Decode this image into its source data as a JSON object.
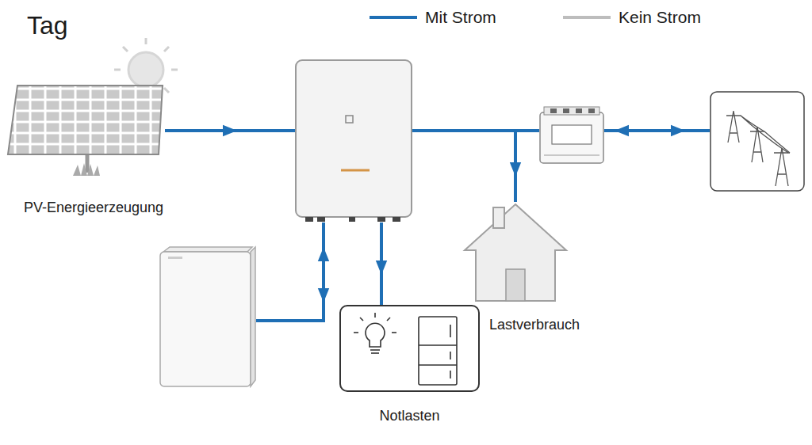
{
  "diagram": {
    "title": "Tag",
    "nodes": [
      {
        "text": [
          "PV-Energieerzeugung"
        ]
      },
      {
        "text": []
      },
      {
        "text": []
      },
      {
        "text": []
      },
      {
        "text": []
      },
      {
        "text": [
          "Notlasten"
        ]
      },
      {
        "text": [
          "Lastverbrauch"
        ]
      }
    ],
    "edges": [
      {
        "from": 0,
        "to": 1,
        "arrow": "to"
      },
      {
        "from": 1,
        "to": 2,
        "arrow": "none"
      },
      {
        "from": 1,
        "to": 6,
        "arrow": "to"
      },
      {
        "from": 2,
        "to": 3,
        "arrow": "both"
      },
      {
        "from": 1,
        "to": 4,
        "arrow": "both"
      },
      {
        "from": 1,
        "to": 5,
        "arrow": "to"
      }
    ],
    "legend": [
      {
        "text": "Mit Strom"
      },
      {
        "text": "Kein Strom"
      }
    ]
  }
}
